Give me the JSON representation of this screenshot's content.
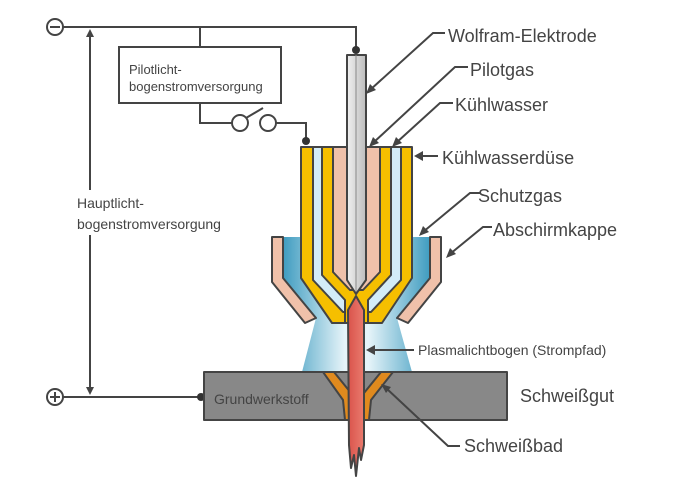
{
  "labels": {
    "electrode": "Wolfram-Elektrode",
    "pilot_gas": "Pilotgas",
    "cooling_water": "Kühlwasser",
    "cooling_nozzle": "Kühlwasserdüse",
    "shield_gas": "Schutzgas",
    "shield_cap": "Abschirmkappe",
    "plasma_arc": "Plasmalichtbogen (Strompfad)",
    "weld_metal": "Schweißgut",
    "weld_pool": "Schweißbad",
    "base_material": "Grundwerkstoff",
    "pilot_supply_line1": "Pilotlicht-",
    "pilot_supply_line2": "bogenstromversorgung",
    "main_supply_line1": "Hauptlicht-",
    "main_supply_line2": "bogenstromversorgung"
  },
  "terminals": {
    "negative": "minus-terminal",
    "positive": "plus-terminal"
  },
  "colors": {
    "nozzle": "#f6bf00",
    "water": "#d3ecf8",
    "copper": "#f0c1aa",
    "plasma": "#e0625a",
    "workpiece": "#888888",
    "weld_pool": "#e08a1e",
    "shield_gas": "#4aa3c4"
  }
}
